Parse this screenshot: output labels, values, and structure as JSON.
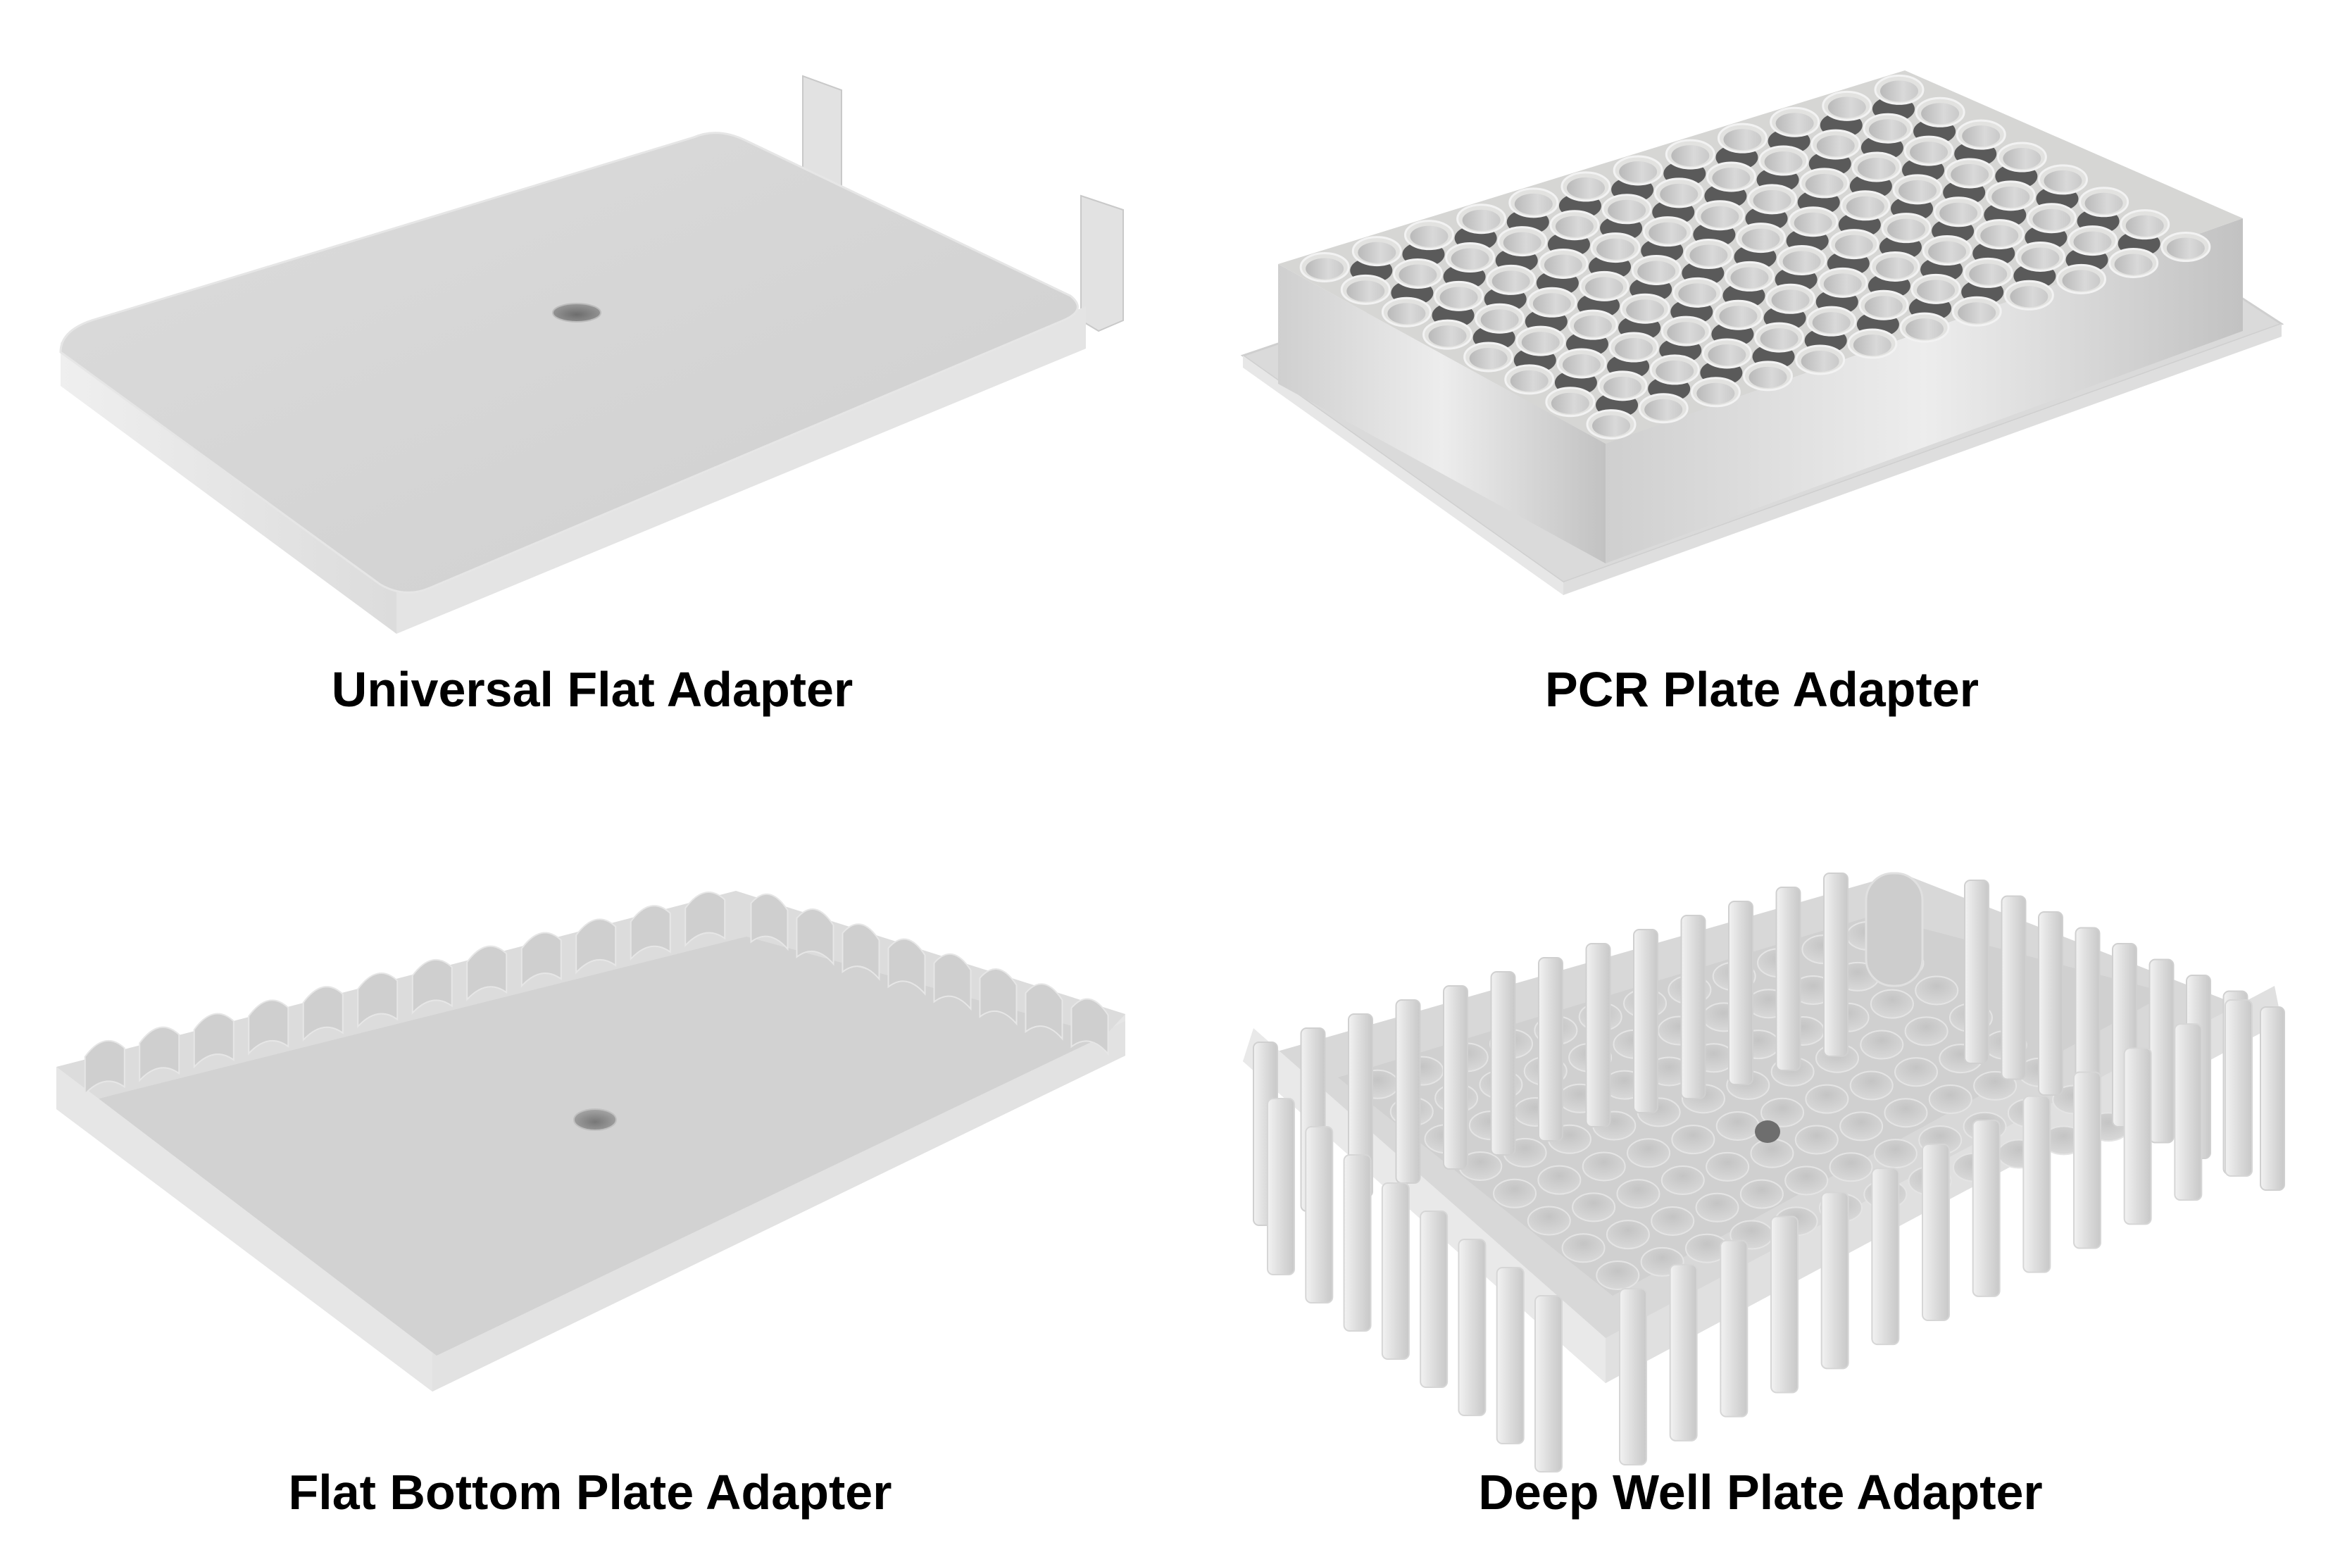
{
  "colors": {
    "background": "#ffffff",
    "plate_top": "#d1d1d1",
    "plate_side": "#e6e6e6",
    "plate_edge": "#c4c4c4",
    "hole": "#7a7a7a",
    "pcr_gap": "#5a5a5a",
    "caption_text": "#000000"
  },
  "panels": [
    {
      "id": "universal-flat",
      "caption": "Universal Flat Adapter",
      "image_icon": "flat-plate-adapter-render"
    },
    {
      "id": "pcr-plate",
      "caption": "PCR Plate Adapter",
      "image_icon": "pcr-tube-plate-adapter-render"
    },
    {
      "id": "flat-bottom",
      "caption": "Flat Bottom Plate Adapter",
      "image_icon": "scalloped-flat-bottom-adapter-render"
    },
    {
      "id": "deep-well",
      "caption": "Deep Well Plate Adapter",
      "image_icon": "finned-deep-well-adapter-render"
    }
  ]
}
